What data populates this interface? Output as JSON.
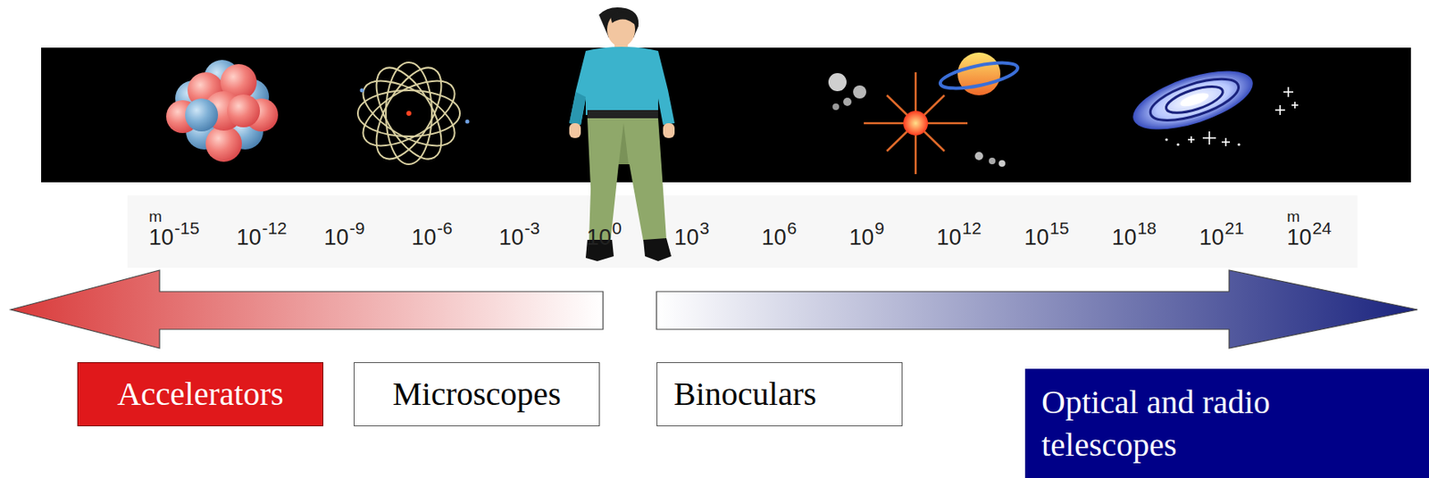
{
  "diagram": {
    "nodes": [
      {
        "text": [
          "Accelerators"
        ]
      },
      {
        "text": [
          "Microscopes"
        ]
      },
      {
        "text": [
          "Binoculars"
        ]
      },
      {
        "text": [
          "Optical and radio telescopes"
        ]
      }
    ],
    "labels": [
      "m",
      "10",
      "-15",
      "10",
      "-12",
      "10",
      "-9",
      "10",
      "-6",
      "10",
      "-3",
      "10",
      "0",
      "10",
      "3",
      "10",
      "6",
      "10",
      "9",
      "10",
      "12",
      "10",
      "15",
      "10",
      "18",
      "10",
      "21",
      "m",
      "10",
      "24"
    ]
  }
}
